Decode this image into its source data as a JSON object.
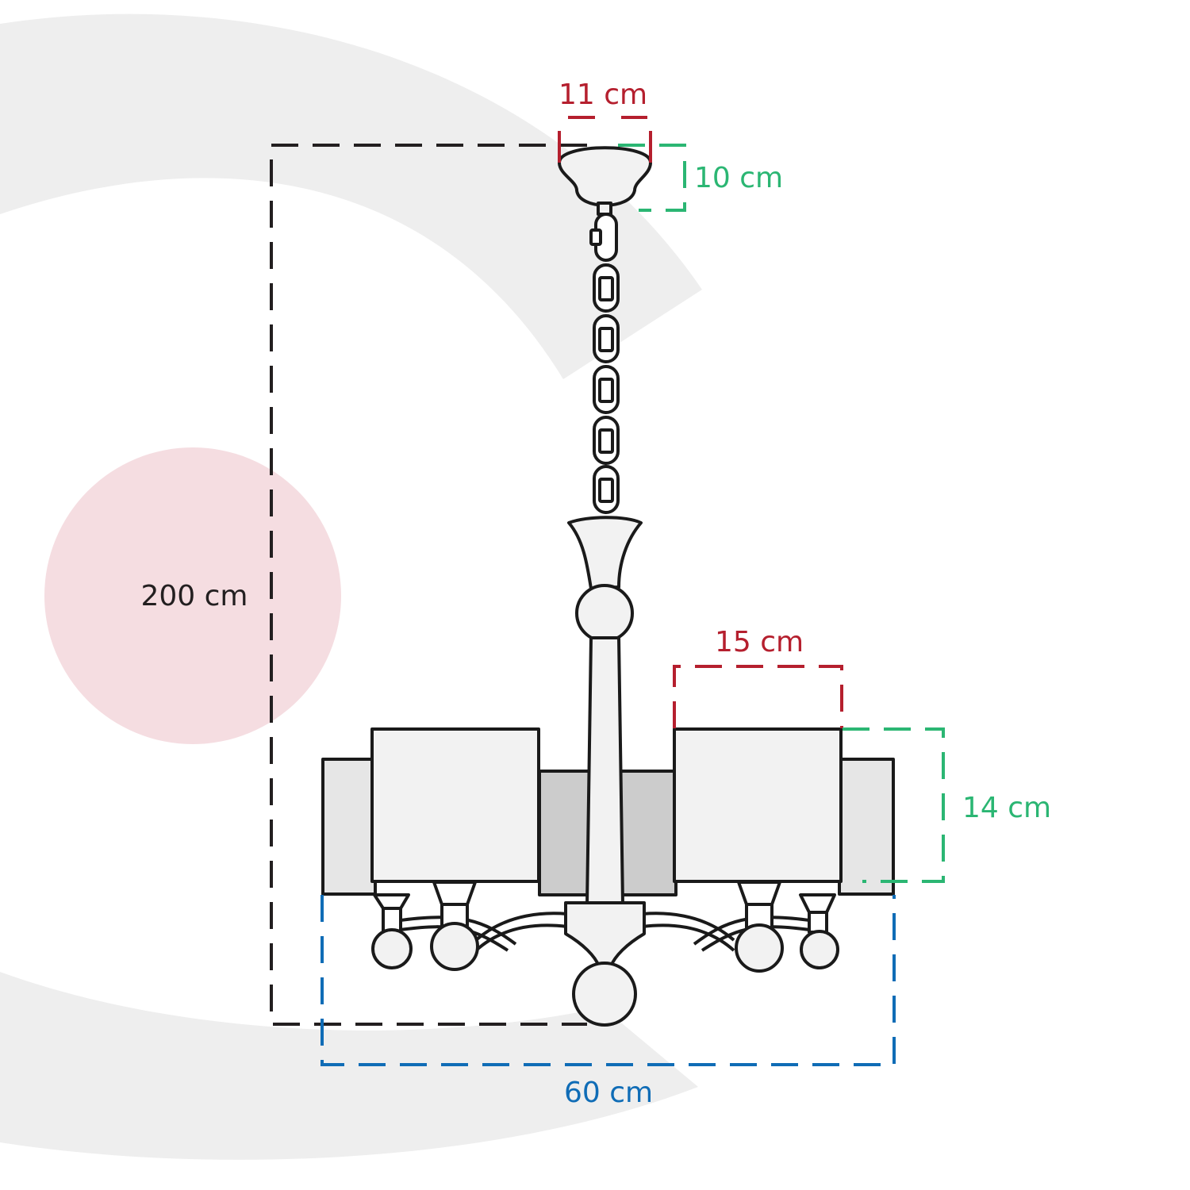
{
  "dimensions": {
    "canopy_width": "11 cm",
    "canopy_height": "10 cm",
    "total_height": "200 cm",
    "shade_width": "15 cm",
    "shade_height": "14 cm",
    "total_width": "60 cm"
  },
  "colors": {
    "red": "#b51f2e",
    "green": "#2bb673",
    "blue": "#0f6cb6",
    "black": "#231f20",
    "background_arc": "#eeeeee",
    "accent_circle": "#f5dde1"
  },
  "icons": [
    "chandelier-icon"
  ]
}
